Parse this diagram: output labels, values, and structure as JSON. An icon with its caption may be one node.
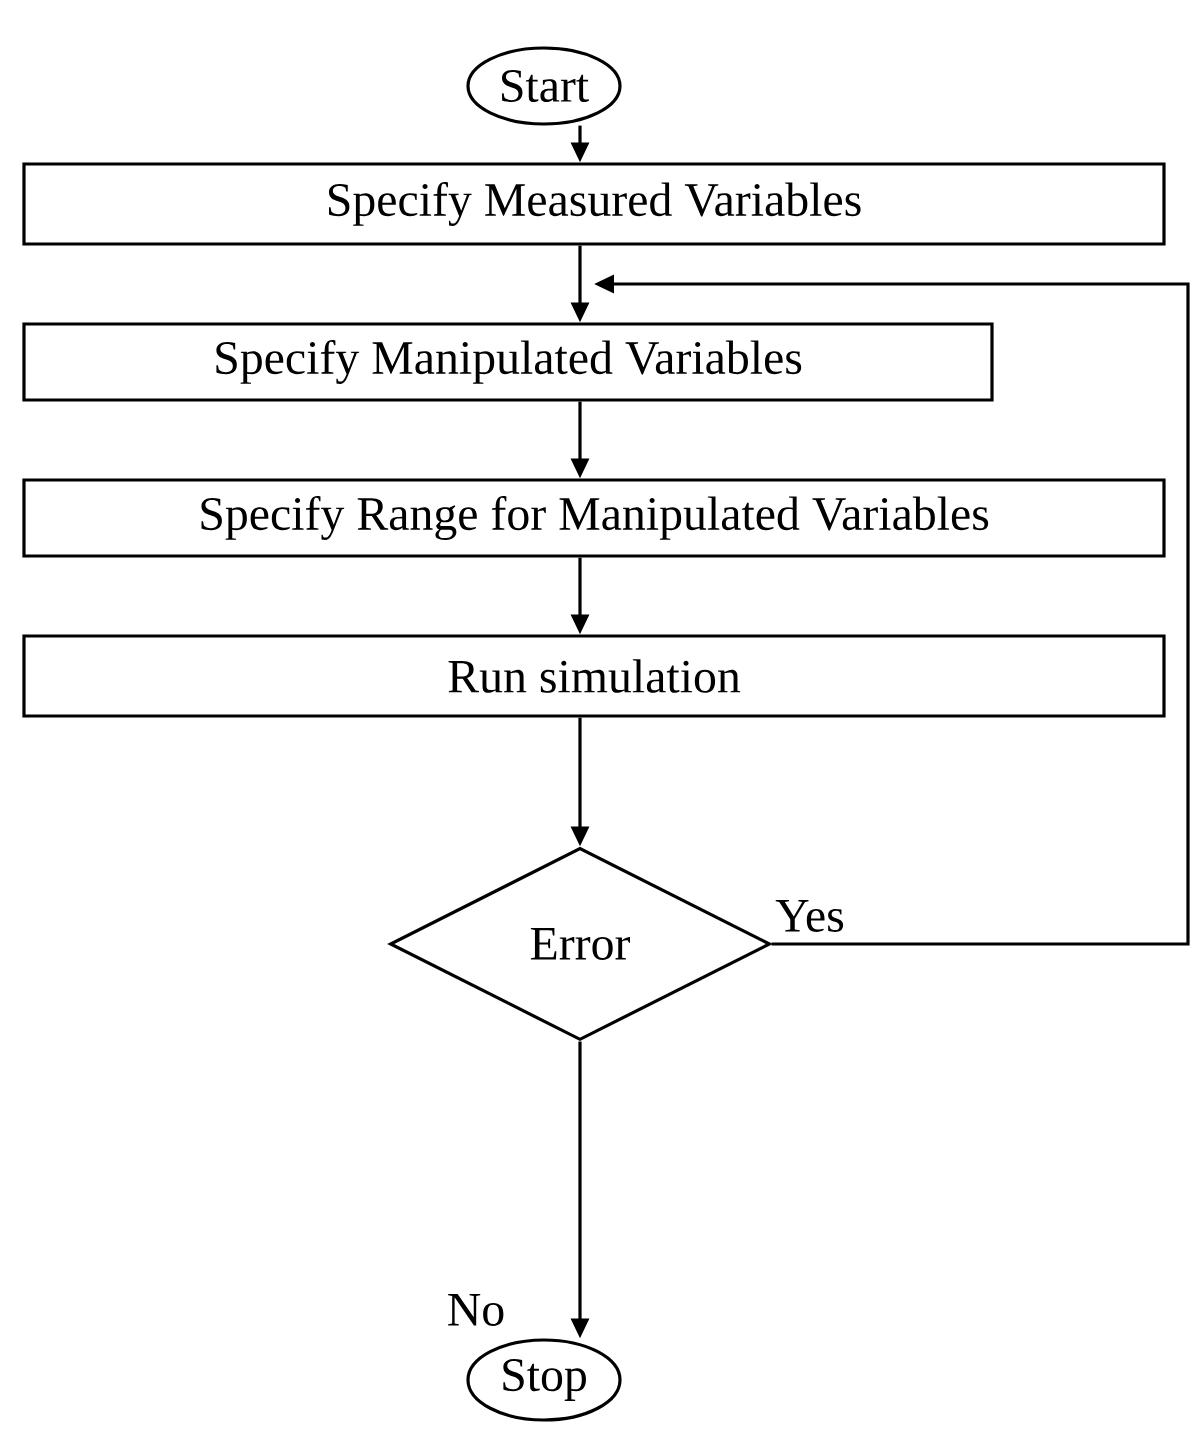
{
  "diagram": {
    "nodes": [
      {
        "text": [
          "Start"
        ]
      },
      {
        "text": [
          "Specify Measured Variables"
        ]
      },
      {
        "text": [
          "Specify Manipulated Variables"
        ]
      },
      {
        "text": [
          "Specify Range for Manipulated Variables"
        ]
      },
      {
        "text": [
          "Run simulation"
        ]
      },
      {
        "text": [
          "Error"
        ]
      },
      {
        "text": [
          "Stop"
        ]
      }
    ],
    "edges": [
      {
        "from": 0,
        "to": 1,
        "arrow": "to"
      },
      {
        "from": 1,
        "to": 2,
        "arrow": "to"
      },
      {
        "from": 2,
        "to": 3,
        "arrow": "to"
      },
      {
        "from": 3,
        "to": 4,
        "arrow": "to"
      },
      {
        "from": 4,
        "to": 5,
        "arrow": "to"
      },
      {
        "from": 5,
        "to": 2,
        "arrow": "to",
        "label": "Yes"
      },
      {
        "from": 5,
        "to": 6,
        "arrow": "to",
        "label": "No"
      }
    ]
  }
}
